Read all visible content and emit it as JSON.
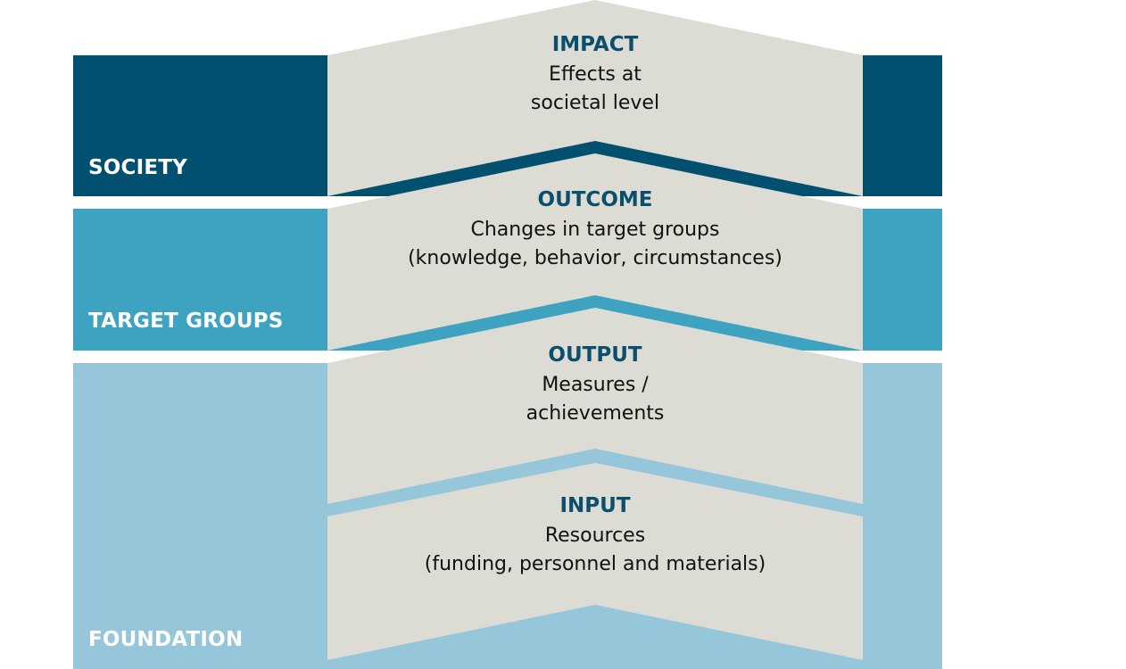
{
  "colors": {
    "society": "#02506f",
    "target_groups": "#3da3c1",
    "foundation": "#96c6da",
    "chevron": "#dcdcd4",
    "level_title": "#0b4f6c",
    "text": "#111111"
  },
  "bands": [
    {
      "id": "society",
      "label": "SOCIETY"
    },
    {
      "id": "target_groups",
      "label": "TARGET GROUPS"
    },
    {
      "id": "foundation",
      "label": "FOUNDATION"
    }
  ],
  "levels": [
    {
      "id": "impact",
      "title": "IMPACT",
      "lines": [
        "Effects at",
        "societal level"
      ]
    },
    {
      "id": "outcome",
      "title": "OUTCOME",
      "lines": [
        "Changes in target groups",
        "(knowledge, behavior, circumstances)"
      ]
    },
    {
      "id": "output",
      "title": "OUTPUT",
      "lines": [
        "Measures /",
        "achievements"
      ]
    },
    {
      "id": "input",
      "title": "INPUT",
      "lines": [
        "Resources",
        "(funding, personnel and materials)"
      ]
    }
  ]
}
